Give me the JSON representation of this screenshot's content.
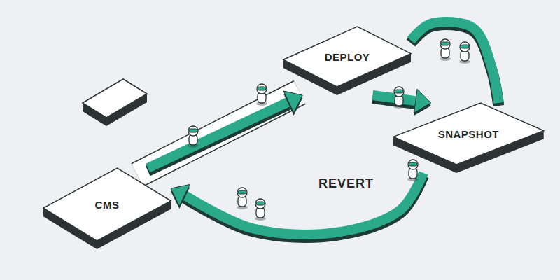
{
  "diagram": {
    "nodes": [
      {
        "text": [
          "DEPLOY"
        ]
      },
      {
        "text": [
          "SNAPSHOT"
        ]
      },
      {
        "text": [
          "CMS"
        ]
      }
    ],
    "edges": [
      {
        "from": 2,
        "to": 0,
        "arrow": "to"
      },
      {
        "from": 0,
        "to": 1,
        "arrow": "to"
      },
      {
        "from": 1,
        "to": 0,
        "arrow": "none"
      },
      {
        "from": 1,
        "to": 2,
        "label": "REVERT",
        "arrow": "to"
      }
    ]
  }
}
